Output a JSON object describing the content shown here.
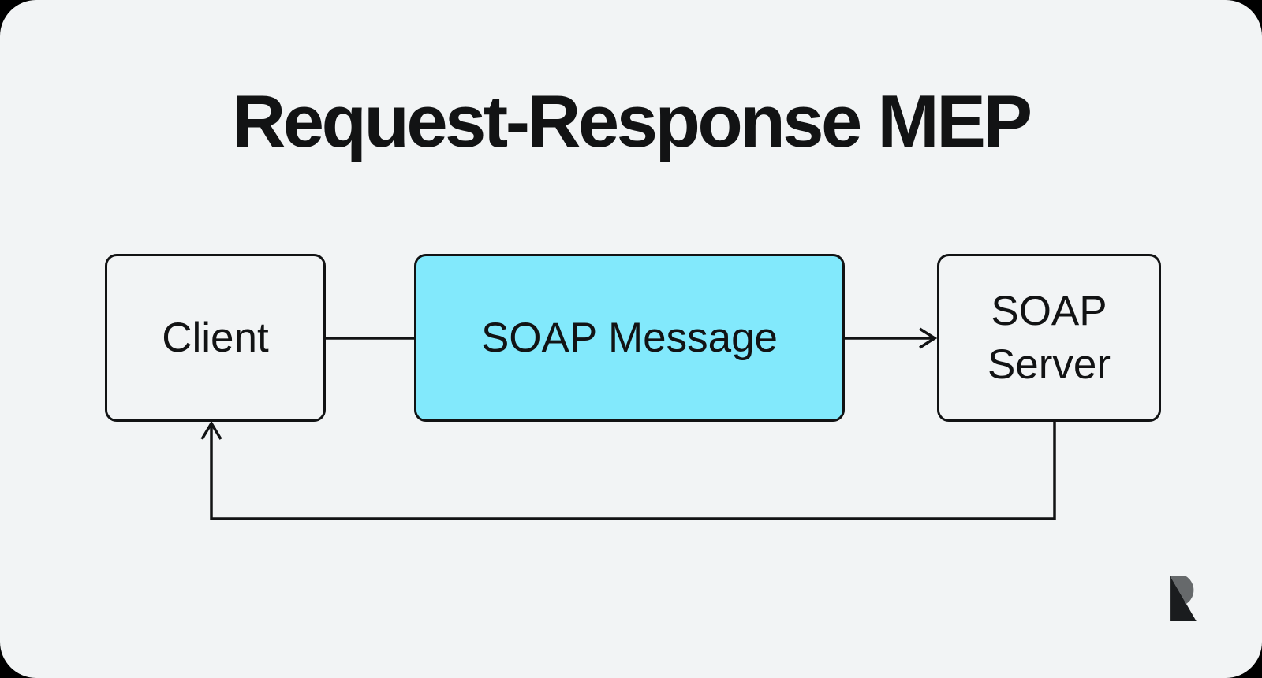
{
  "title": "Request-Response MEP",
  "diagram": {
    "nodes": [
      {
        "id": "client",
        "label": "Client"
      },
      {
        "id": "soap-message",
        "label": "SOAP Message"
      },
      {
        "id": "soap-server",
        "label": "SOAP Server"
      }
    ],
    "edges": [
      {
        "from": "client",
        "to": "soap-message",
        "style": "plain-line"
      },
      {
        "from": "soap-message",
        "to": "soap-server",
        "style": "arrow-right"
      },
      {
        "from": "soap-server",
        "to": "client",
        "style": "arrow-up",
        "route": "down-left-up"
      }
    ]
  },
  "colors": {
    "page_background": "#F2F4F5",
    "outer_background": "#000000",
    "node_border": "#121314",
    "highlight_fill": "#82E9FC",
    "text": "#121314",
    "logo_dark": "#1A1C1E",
    "logo_gray": "#66696B"
  },
  "logo": {
    "name": "rapid-logo-r"
  }
}
